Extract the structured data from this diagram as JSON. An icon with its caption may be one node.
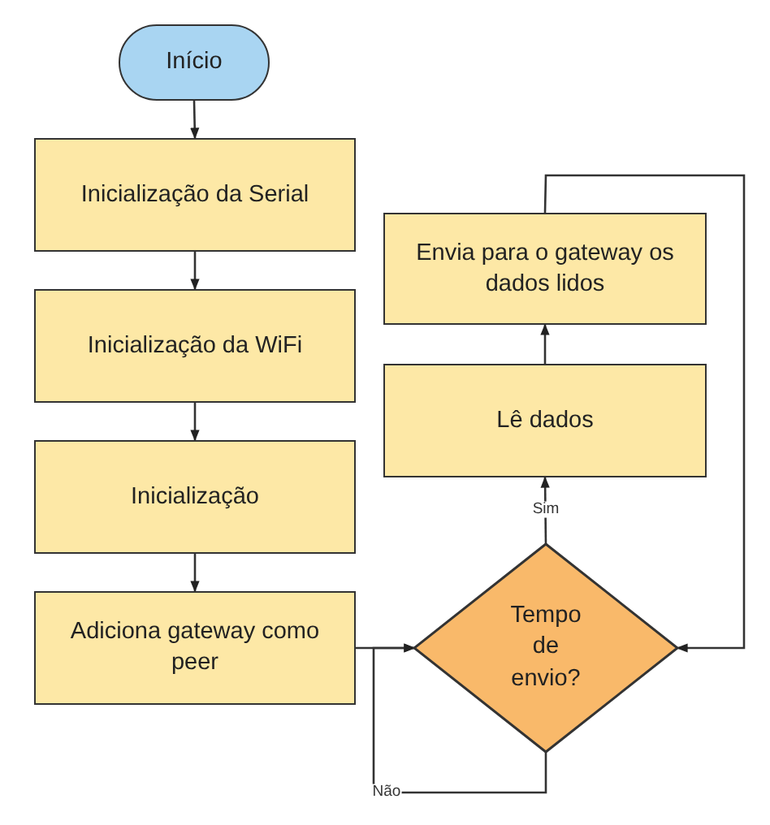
{
  "diagram": {
    "nodes": [
      {
        "text": [
          "Início"
        ]
      },
      {
        "text": [
          "Inicialização da Serial"
        ]
      },
      {
        "text": [
          "Inicialização da WiFi"
        ]
      },
      {
        "text": [
          "Inicialização"
        ]
      },
      {
        "text": [
          "Adiciona gateway como peer"
        ]
      },
      {
        "text": [
          "Envia para o gateway os dados lidos"
        ]
      },
      {
        "text": [
          "Lê dados"
        ]
      },
      {
        "text": [
          "Tempo de envio?"
        ]
      }
    ],
    "edges": [
      {
        "from": 0,
        "to": 1,
        "arrow": "to"
      },
      {
        "from": 1,
        "to": 2,
        "arrow": "to"
      },
      {
        "from": 2,
        "to": 3,
        "arrow": "to"
      },
      {
        "from": 3,
        "to": 4,
        "arrow": "to"
      },
      {
        "from": 4,
        "to": 7,
        "arrow": "to"
      },
      {
        "from": 7,
        "to": 6,
        "arrow": "to",
        "label": "Sim"
      },
      {
        "from": 6,
        "to": 5,
        "arrow": "to"
      },
      {
        "from": 5,
        "to": 7,
        "arrow": "to"
      },
      {
        "from": 7,
        "to": 7,
        "arrow": "to",
        "label": "Não"
      }
    ]
  }
}
